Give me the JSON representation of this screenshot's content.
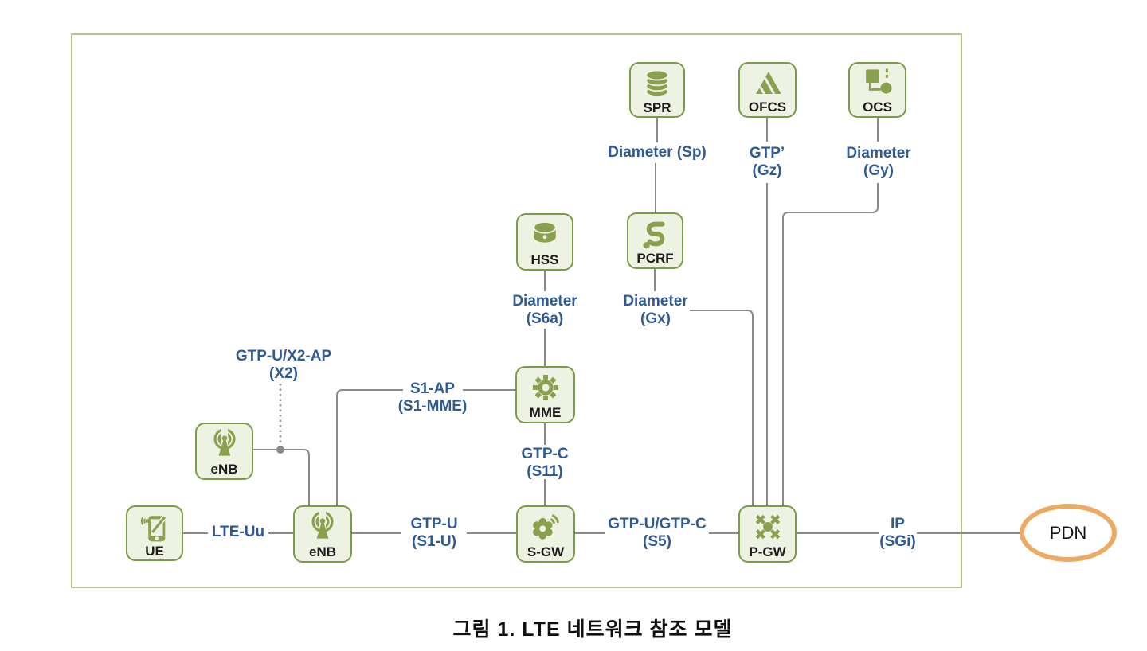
{
  "caption": "그림 1. LTE 네트워크 참조 모델",
  "colors": {
    "box_fill": "#eef2e3",
    "box_border": "#7d9a48",
    "frame_border": "#b6c488",
    "icon_green": "#8ba04f",
    "link_label_blue": "#2e5b94",
    "wire_gray": "#8a8a8a",
    "pdn_orange": "#ecaa62"
  },
  "nodes": {
    "spr": {
      "label": "SPR",
      "icon": "database-stack-icon"
    },
    "ofcs": {
      "label": "OFCS",
      "icon": "mountain-icon"
    },
    "ocs": {
      "label": "OCS",
      "icon": "square-circle-icon"
    },
    "hss": {
      "label": "HSS",
      "icon": "database-icon"
    },
    "pcrf": {
      "label": "PCRF",
      "icon": "policy-s-icon"
    },
    "mme": {
      "label": "MME",
      "icon": "gear-icon"
    },
    "enb_top": {
      "label": "eNB",
      "icon": "antenna-icon"
    },
    "ue": {
      "label": "UE",
      "icon": "phone-icon"
    },
    "enb": {
      "label": "eNB",
      "icon": "antenna-icon"
    },
    "sgw": {
      "label": "S-GW",
      "icon": "gear-wave-icon"
    },
    "pgw": {
      "label": "P-GW",
      "icon": "router-icon"
    },
    "pdn": {
      "label": "PDN"
    }
  },
  "links": {
    "sp": "Diameter (Sp)",
    "gz": "GTP’\n(Gz)",
    "gy": "Diameter\n(Gy)",
    "s6a": "Diameter\n(S6a)",
    "gx": "Diameter\n(Gx)",
    "x2": "GTP-U/X2-AP\n(X2)",
    "s1mme": "S1-AP\n(S1-MME)",
    "s11": "GTP-C\n(S11)",
    "lteuu": "LTE-Uu",
    "s1u": "GTP-U\n(S1-U)",
    "s5": "GTP-U/GTP-C\n(S5)",
    "sgi": "IP\n(SGi)"
  }
}
